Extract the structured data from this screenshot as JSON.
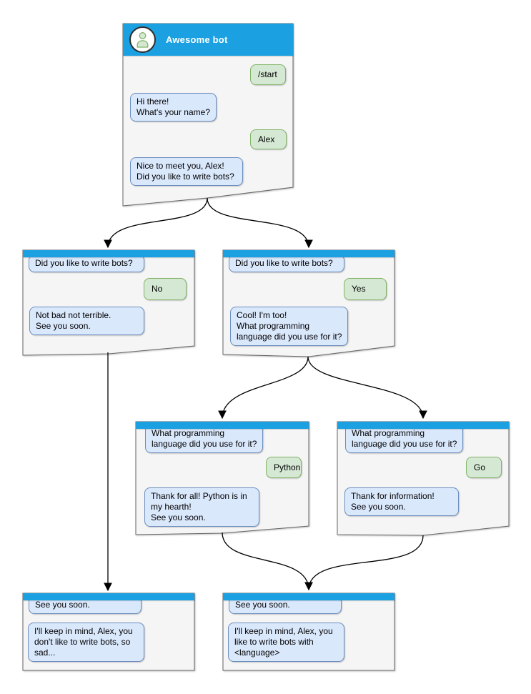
{
  "colors": {
    "header_blue": "#1ba1e2",
    "card_fill": "#f5f5f5",
    "card_border": "#666666",
    "bot_bubble_fill": "#dae8fc",
    "bot_bubble_border": "#6c8ebf",
    "user_bubble_fill": "#d5e8d4",
    "user_bubble_border": "#82b366",
    "arrow_color": "#000000",
    "title_color": "#ffffff"
  },
  "cards": [
    {
      "id": "awesome-bot",
      "title": "Awesome bot",
      "avatar_icon": "person-icon",
      "messages": [
        {
          "from": "user",
          "text": "/start"
        },
        {
          "from": "bot",
          "text": "Hi there!\nWhat's your name?"
        },
        {
          "from": "user",
          "text": "Alex"
        },
        {
          "from": "bot",
          "text": "Nice to meet you, Alex!\nDid you like to write bots?"
        }
      ]
    },
    {
      "id": "branch-no",
      "messages": [
        {
          "from": "bot",
          "text": "Did you like to write bots?"
        },
        {
          "from": "user",
          "text": "No"
        },
        {
          "from": "bot",
          "text": "Not bad not terrible.\nSee you soon."
        }
      ]
    },
    {
      "id": "branch-yes",
      "messages": [
        {
          "from": "bot",
          "text": "Did you like to write bots?"
        },
        {
          "from": "user",
          "text": "Yes"
        },
        {
          "from": "bot",
          "text": "Cool! I'm too!\nWhat programming\nlanguage did you use for it?"
        }
      ]
    },
    {
      "id": "branch-python",
      "messages": [
        {
          "from": "bot",
          "text": "What programming\nlanguage did you use for it?"
        },
        {
          "from": "user",
          "text": "Python"
        },
        {
          "from": "bot",
          "text": "Thank for all! Python is in\nmy hearth!\nSee you soon."
        }
      ]
    },
    {
      "id": "branch-go",
      "messages": [
        {
          "from": "bot",
          "text": "What programming\nlanguage did you use for it?"
        },
        {
          "from": "user",
          "text": "Go"
        },
        {
          "from": "bot",
          "text": "Thank for information!\nSee you soon."
        }
      ]
    },
    {
      "id": "end-no",
      "messages": [
        {
          "from": "bot",
          "text": "See you soon."
        },
        {
          "from": "bot",
          "text": "I'll keep in mind, Alex, you\ndon't like to write bots, so\nsad..."
        }
      ]
    },
    {
      "id": "end-yes",
      "messages": [
        {
          "from": "bot",
          "text": "See you soon."
        },
        {
          "from": "bot",
          "text": "I'll keep in mind, Alex, you\nlike to write bots with\n<language>"
        }
      ]
    }
  ],
  "connections": [
    {
      "from": "awesome-bot",
      "to": "branch-no"
    },
    {
      "from": "awesome-bot",
      "to": "branch-yes"
    },
    {
      "from": "branch-yes",
      "to": "branch-python"
    },
    {
      "from": "branch-yes",
      "to": "branch-go"
    },
    {
      "from": "branch-no",
      "to": "end-no"
    },
    {
      "from": "branch-python",
      "to": "end-yes"
    },
    {
      "from": "branch-go",
      "to": "end-yes"
    }
  ]
}
